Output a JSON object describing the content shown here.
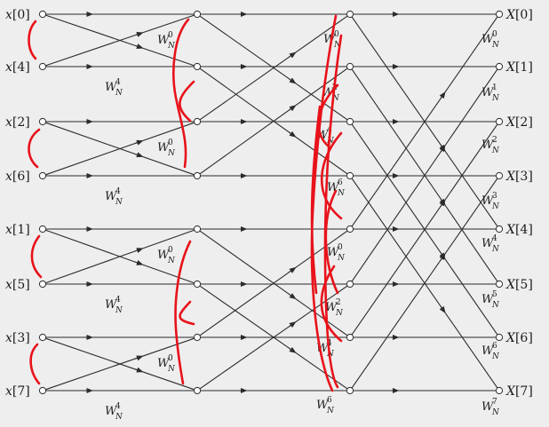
{
  "inputs": [
    {
      "base": "x",
      "index": "[0]"
    },
    {
      "base": "x",
      "index": "[4]"
    },
    {
      "base": "x",
      "index": "[2]"
    },
    {
      "base": "x",
      "index": "[6]"
    },
    {
      "base": "x",
      "index": "[1]"
    },
    {
      "base": "x",
      "index": "[5]"
    },
    {
      "base": "x",
      "index": "[3]"
    },
    {
      "base": "x",
      "index": "[7]"
    }
  ],
  "outputs": [
    {
      "base": "X",
      "index": "[0]"
    },
    {
      "base": "X",
      "index": "[1]"
    },
    {
      "base": "X",
      "index": "[2]"
    },
    {
      "base": "X",
      "index": "[3]"
    },
    {
      "base": "X",
      "index": "[4]"
    },
    {
      "base": "X",
      "index": "[5]"
    },
    {
      "base": "X",
      "index": "[6]"
    },
    {
      "base": "X",
      "index": "[7]"
    }
  ],
  "twiddle_symbol": "W",
  "twiddle_subscript": "N",
  "stage1_twiddles": [
    {
      "above": "0",
      "below": "4"
    },
    {
      "above": "0",
      "below": "4"
    },
    {
      "above": "0",
      "below": "4"
    },
    {
      "above": "0",
      "below": "4"
    }
  ],
  "stage2_twiddles": [
    "0",
    "2",
    "4",
    "6",
    "0",
    "2",
    "4",
    "6"
  ],
  "stage3_twiddles": [
    "0",
    "1",
    "2",
    "3",
    "4",
    "5",
    "6",
    "7"
  ],
  "colors": {
    "line": "#2b2b2b",
    "annotation": "#e8121a",
    "background": "#eeeeee"
  }
}
